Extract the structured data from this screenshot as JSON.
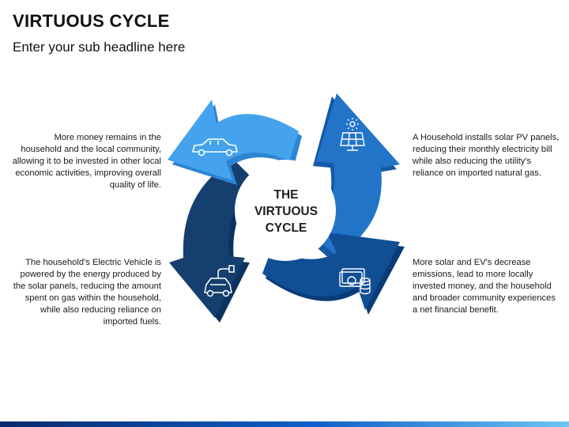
{
  "header": {
    "title": "VIRTUOUS CYCLE",
    "subtitle": "Enter your sub headline here"
  },
  "center": {
    "line1": "THE",
    "line2": "VIRTUOUS",
    "line3": "CYCLE"
  },
  "descriptions": {
    "top_left": "More money remains in the household and the local community, allowing it to be invested in other local economic activities, improving overall quality of life.",
    "bottom_left": "The household's Electric Vehicle is powered by the energy produced by the solar panels, reducing the amount spent on gas within the household, while also reducing reliance on imported fuels.",
    "top_right": "A Household installs solar PV panels, reducing their monthly electricity bill while also reducing the utility's reliance on imported natural gas.",
    "bottom_right": "More solar and EV's decrease emissions, lead to more locally invested money, and the household and broader community experiences a net financial benefit."
  },
  "icons": {
    "top_left": "car-icon",
    "top_right": "solar-panel-icon",
    "bottom_right": "money-coins-icon",
    "bottom_left": "electric-car-icon"
  },
  "colors": {
    "arrow_light": "#3d9be9",
    "arrow_medium": "#1f6fc2",
    "arrow_dark": "#0e4f96",
    "arrow_darkest": "#123e6d",
    "bottom_bar": "#0f5ec9"
  }
}
